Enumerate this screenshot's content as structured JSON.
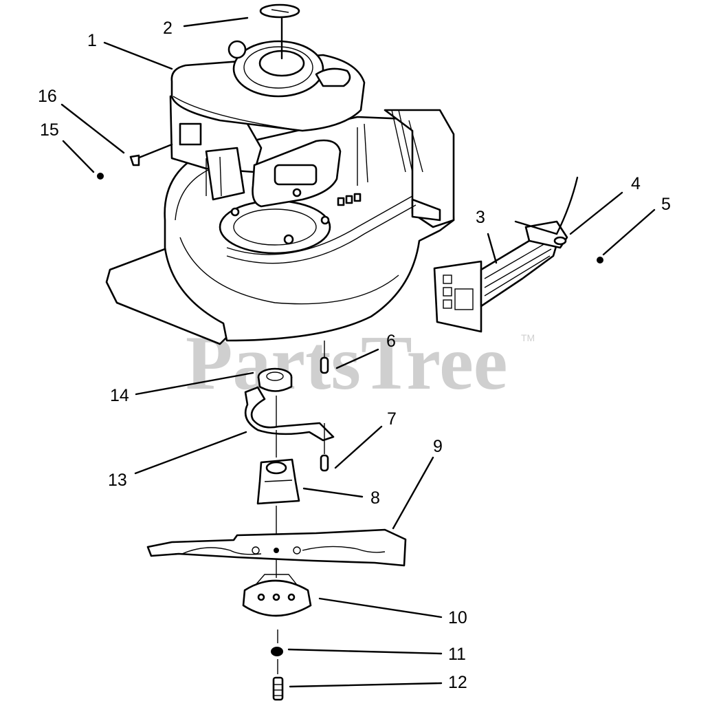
{
  "watermark": {
    "text": "PartsTree",
    "trademark": "TM"
  },
  "callouts": [
    {
      "id": "1",
      "label": "1"
    },
    {
      "id": "2",
      "label": "2"
    },
    {
      "id": "3",
      "label": "3"
    },
    {
      "id": "4",
      "label": "4"
    },
    {
      "id": "5",
      "label": "5"
    },
    {
      "id": "6",
      "label": "6"
    },
    {
      "id": "7",
      "label": "7"
    },
    {
      "id": "8",
      "label": "8"
    },
    {
      "id": "9",
      "label": "9"
    },
    {
      "id": "10",
      "label": "10"
    },
    {
      "id": "11",
      "label": "11"
    },
    {
      "id": "12",
      "label": "12"
    },
    {
      "id": "13",
      "label": "13"
    },
    {
      "id": "14",
      "label": "14"
    },
    {
      "id": "15",
      "label": "15"
    },
    {
      "id": "16",
      "label": "16"
    }
  ],
  "colors": {
    "line": "#000000",
    "watermark": "#cfcfcf",
    "background": "#ffffff"
  }
}
